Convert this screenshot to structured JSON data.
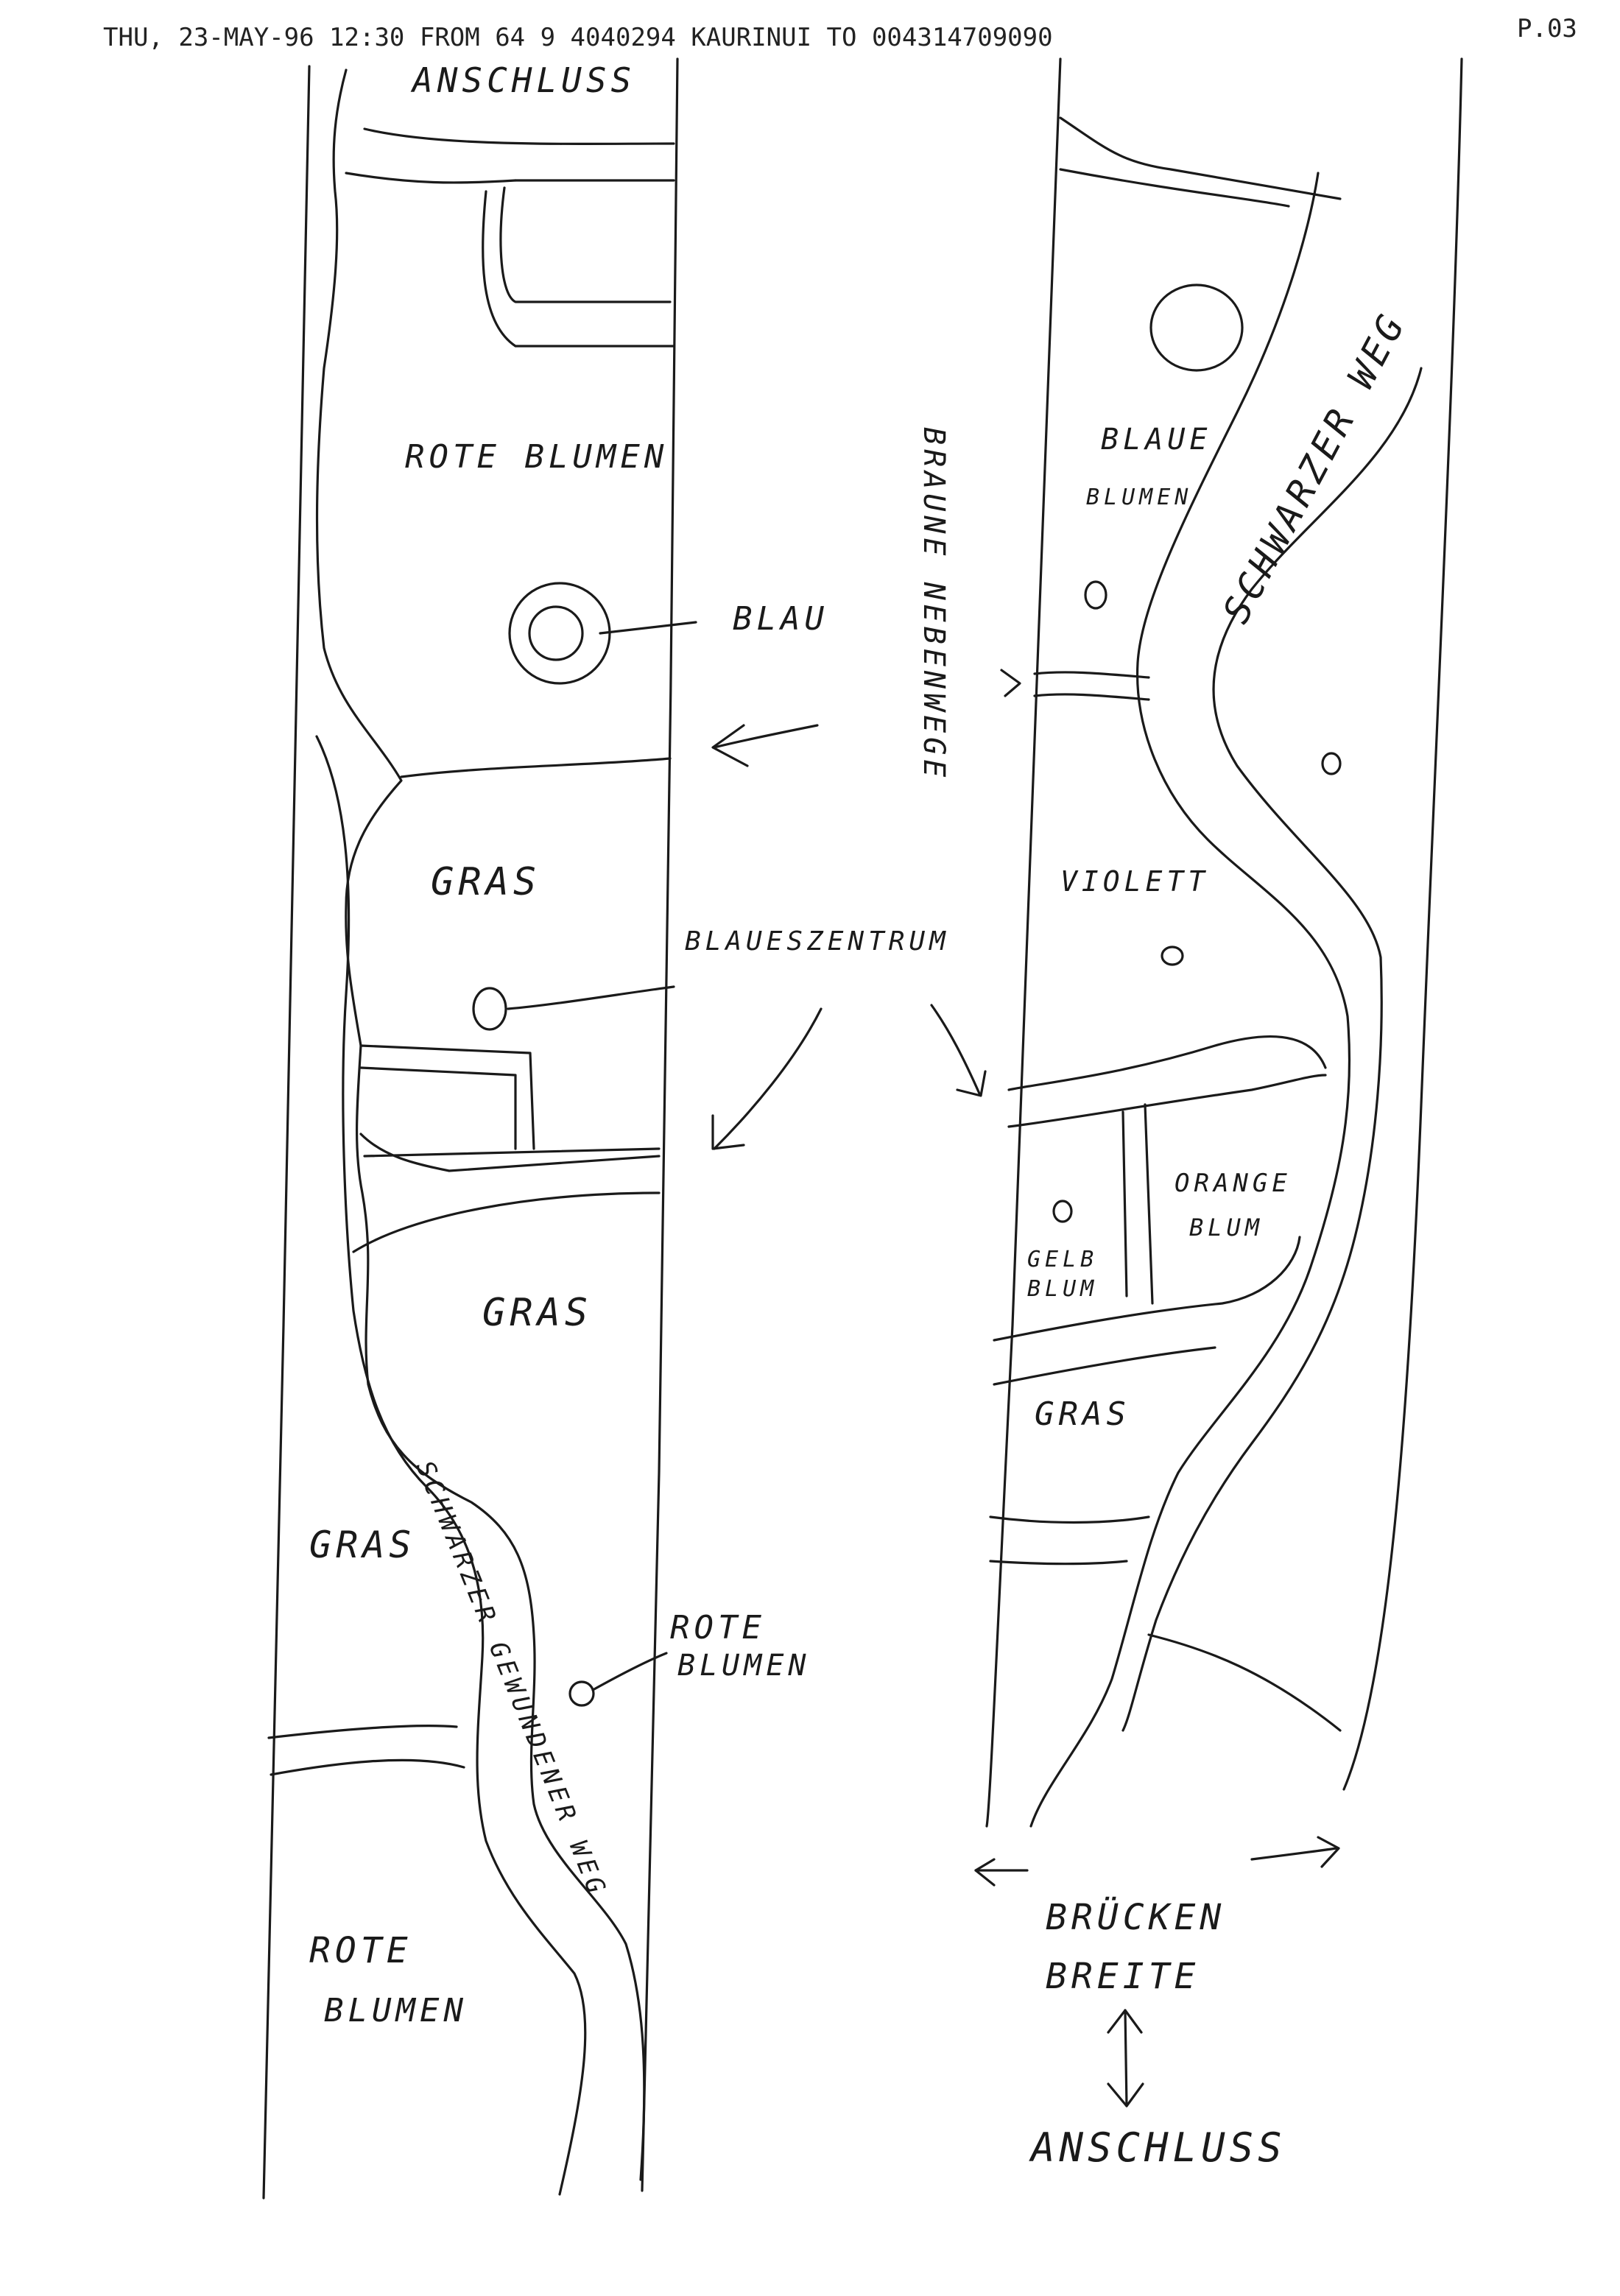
{
  "fax_header": {
    "left": "THU, 23-MAY-96 12:30  FROM   64 9 4040294  KAURINUI    TO 004314709090",
    "page": "P.03"
  },
  "left_strip": {
    "top": "ANSCHLUSS",
    "rote_blumen_1": "ROTE BLUMEN",
    "blau": "BLAU",
    "gras_1": "GRAS",
    "gras_2": "GRAS",
    "gras_3": "GRAS",
    "rote_blumen_2": "ROTE",
    "rote_blumen_2b": "BLUMEN",
    "rote_blumen_3": "ROTE",
    "rote_blumen_3b": "BLUMEN",
    "path": "SCHWARZER GEWUNDENER WEG"
  },
  "middle": {
    "blaues_zentrum": "BLAUESZENTRUM",
    "braune_nebenwege": "BRAUNE NEBENWEGE"
  },
  "right_strip": {
    "blaue": "BLAUE",
    "blumen": "BLUMEN",
    "path": "SCHWARZER WEG",
    "violett": "VIOLETT",
    "orange": "ORANGE",
    "orange_blum": "BLUM",
    "gelb": "GELB",
    "gelb_blum": "BLUM",
    "gras": "GRAS"
  },
  "footer": {
    "brucken": "BRÜCKEN",
    "breite": "BREITE",
    "anschluss": "ANSCHLUSS"
  },
  "icons": [
    "arrow-left-icon",
    "arrow-down-left-icon",
    "arrow-down-right-icon",
    "double-arrow-vertical-icon",
    "circle-marker-icon"
  ]
}
